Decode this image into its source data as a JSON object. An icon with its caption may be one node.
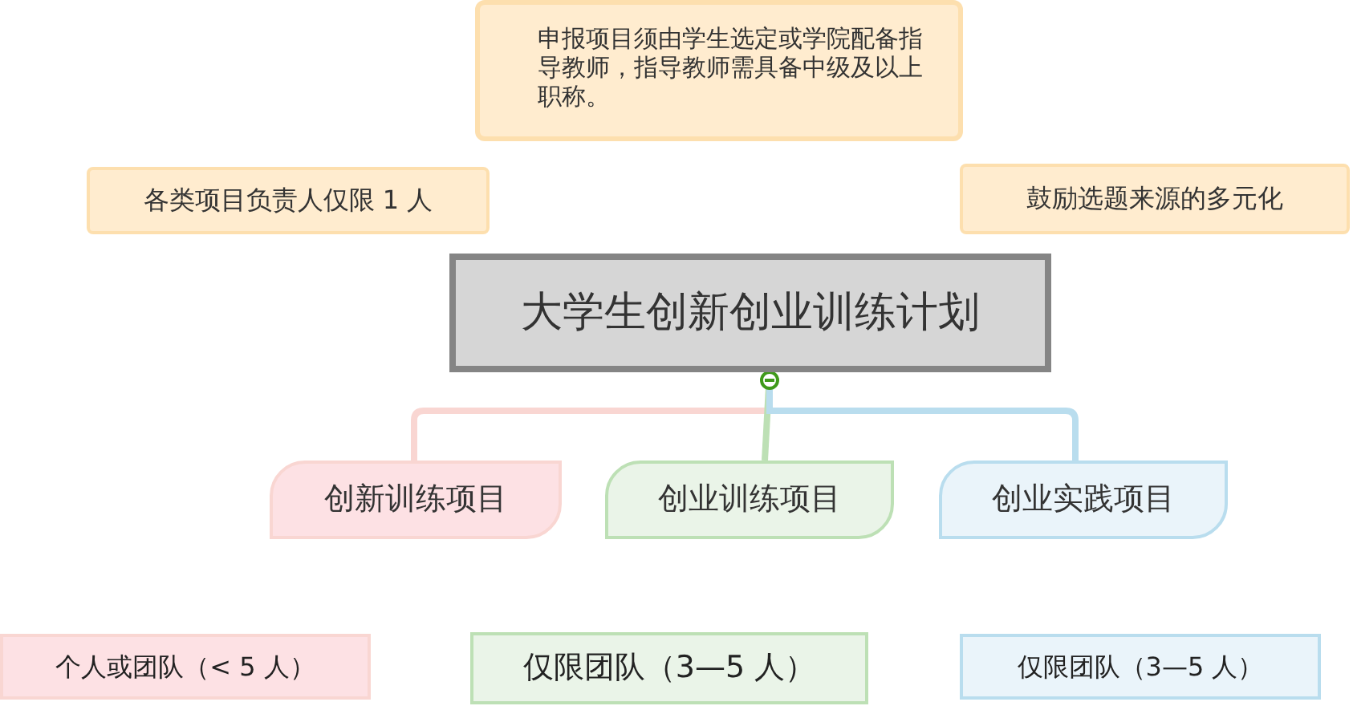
{
  "diagram": {
    "nodes": [
      {
        "text": [
          "申报项目须由学生选定或学院配备指导教师，指导教师需具备中级及以上职称。"
        ]
      },
      {
        "text": [
          "各类项目负责人仅限 1 人"
        ]
      },
      {
        "text": [
          "鼓励选题来源的多元化"
        ]
      },
      {
        "text": [
          "大学生创新创业训练计划"
        ]
      },
      {
        "text": [
          "创新训练项目"
        ]
      },
      {
        "text": [
          "创业训练项目"
        ]
      },
      {
        "text": [
          "创业实践项目"
        ]
      },
      {
        "text": [
          "个人或团队（< 5 人）"
        ]
      },
      {
        "text": [
          "仅限团队（3—5 人）"
        ]
      },
      {
        "text": [
          "仅限团队（3—5 人）"
        ]
      }
    ],
    "edges": [
      {
        "from": 3,
        "to": 4,
        "arrow": "none",
        "color": "#f9d6d2"
      },
      {
        "from": 3,
        "to": 5,
        "arrow": "none",
        "color": "#bde0b5"
      },
      {
        "from": 3,
        "to": 6,
        "arrow": "none",
        "color": "#b9ddee"
      }
    ]
  }
}
